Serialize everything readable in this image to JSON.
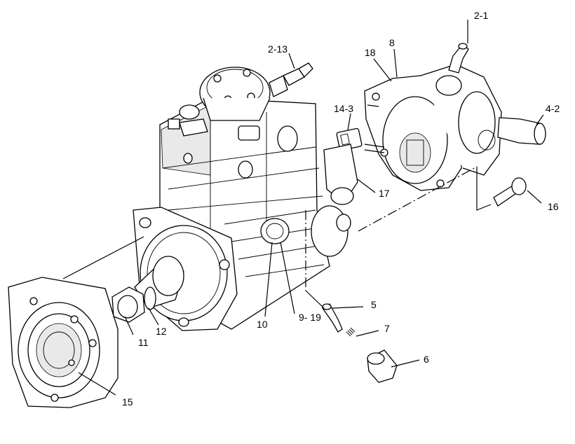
{
  "callouts": [
    {
      "id": "2-1",
      "text": "2-1"
    },
    {
      "id": "2-13",
      "text": "2-13"
    },
    {
      "id": "18",
      "text": "18"
    },
    {
      "id": "8",
      "text": "8"
    },
    {
      "id": "14-3",
      "text": "14-3"
    },
    {
      "id": "4-2",
      "text": "4-2"
    },
    {
      "id": "17",
      "text": "17"
    },
    {
      "id": "16",
      "text": "16"
    },
    {
      "id": "5",
      "text": "5"
    },
    {
      "id": "7",
      "text": "7"
    },
    {
      "id": "6",
      "text": "6"
    },
    {
      "id": "10",
      "text": "10"
    },
    {
      "id": "9-19",
      "text": "9- 19"
    },
    {
      "id": "11",
      "text": "11"
    },
    {
      "id": "12",
      "text": "12"
    },
    {
      "id": "15",
      "text": "15"
    }
  ]
}
